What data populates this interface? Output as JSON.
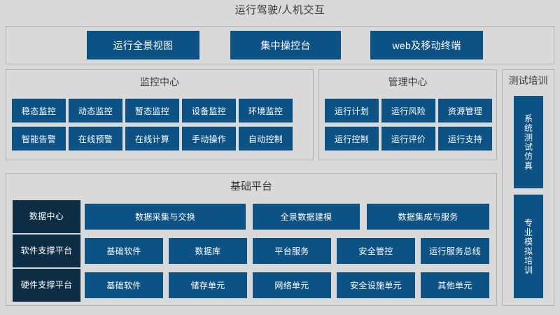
{
  "page": {
    "title": "运行驾驶/人机交互",
    "background": "#d9d9d9",
    "accent_blue": "#0d5285",
    "accent_navy": "#0c2d44",
    "text_color": "#3b3b3b"
  },
  "top_bar": {
    "tiles": [
      {
        "label": "运行全景视图"
      },
      {
        "label": "集中操控台"
      },
      {
        "label": "web及移动终端"
      }
    ]
  },
  "monitor_center": {
    "title": "监控中心",
    "row1": [
      {
        "label": "稳态监控"
      },
      {
        "label": "动态监控"
      },
      {
        "label": "暂态监控"
      },
      {
        "label": "设备监控"
      },
      {
        "label": "环境监控"
      }
    ],
    "row2": [
      {
        "label": "智能告警"
      },
      {
        "label": "在线预警"
      },
      {
        "label": "在线计算"
      },
      {
        "label": "手动操作"
      },
      {
        "label": "自动控制"
      }
    ]
  },
  "management_center": {
    "title": "管理中心",
    "row1": [
      {
        "label": "运行计划"
      },
      {
        "label": "运行风险"
      },
      {
        "label": "资源管理"
      }
    ],
    "row2": [
      {
        "label": "运行控制"
      },
      {
        "label": "运行评价"
      },
      {
        "label": "运行支持"
      }
    ]
  },
  "test_training": {
    "title": "测试培训",
    "tiles": [
      {
        "label": "系统测试仿真"
      },
      {
        "label": "专业模拟培训"
      }
    ]
  },
  "base_platform": {
    "title": "基础平台",
    "side_labels": [
      {
        "label": "数据中心"
      },
      {
        "label": "软件支撑平台"
      },
      {
        "label": "硬件支撑平台"
      }
    ],
    "row1": [
      {
        "label": "数据采集与交换"
      },
      {
        "label": "全景数据建模"
      },
      {
        "label": "数据集成与服务"
      }
    ],
    "row2": [
      {
        "label": "基础软件"
      },
      {
        "label": "数据库"
      },
      {
        "label": "平台服务"
      },
      {
        "label": "安全管控"
      },
      {
        "label": "运行服务总线"
      }
    ],
    "row3": [
      {
        "label": "基础软件"
      },
      {
        "label": "储存单元"
      },
      {
        "label": "网络单元"
      },
      {
        "label": "安全设施单元"
      },
      {
        "label": "其他单元"
      }
    ]
  }
}
